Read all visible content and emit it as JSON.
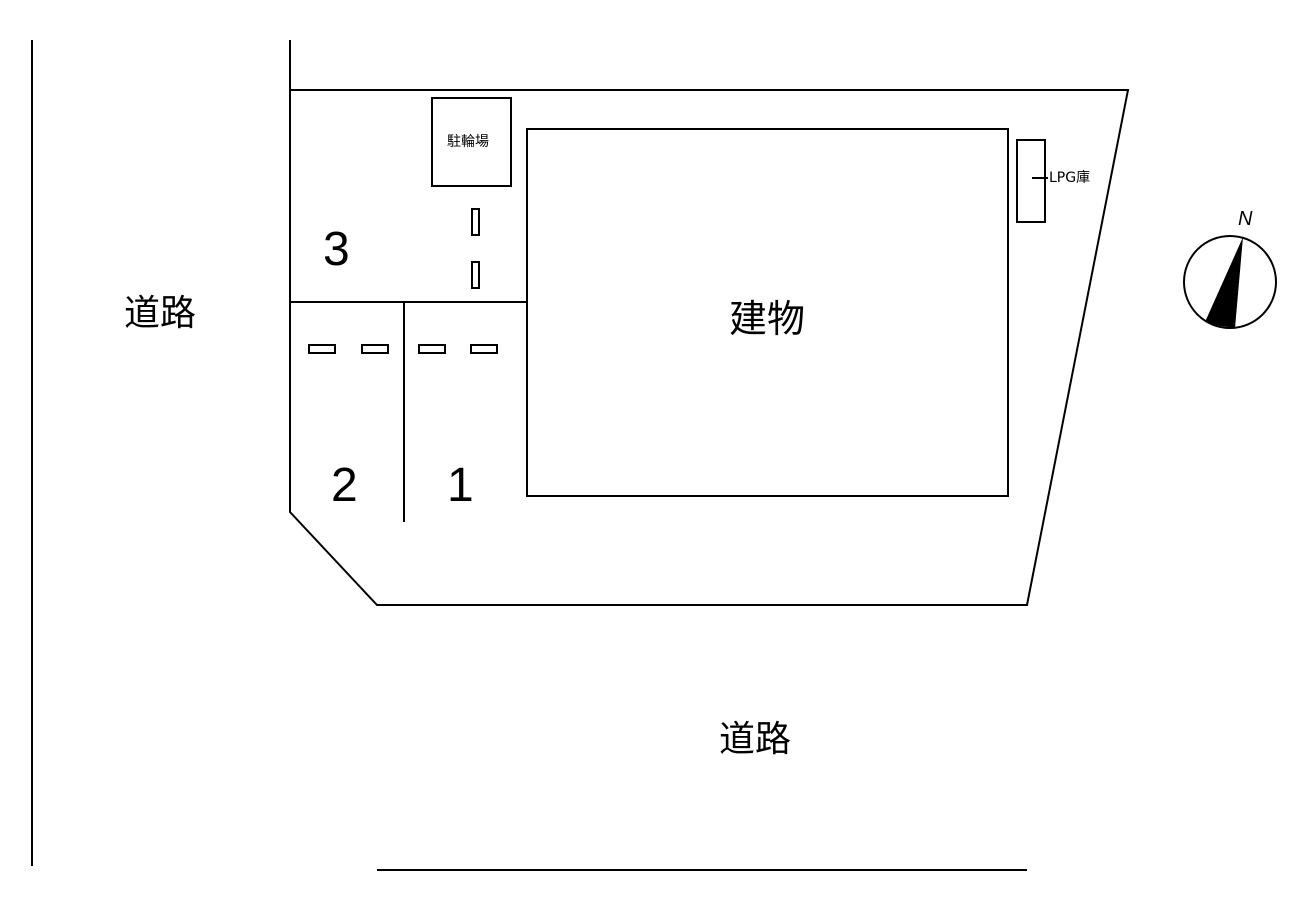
{
  "roads": {
    "west_label": "道路",
    "south_label": "道路"
  },
  "building": {
    "label": "建物"
  },
  "bicycle_parking": {
    "label": "駐輪場"
  },
  "lpg_storage": {
    "label": "LPG庫"
  },
  "parking_spaces": [
    {
      "number": "1"
    },
    {
      "number": "2"
    },
    {
      "number": "3"
    }
  ],
  "compass": {
    "label": "N"
  },
  "colors": {
    "line": "#000000",
    "background": "#ffffff"
  }
}
